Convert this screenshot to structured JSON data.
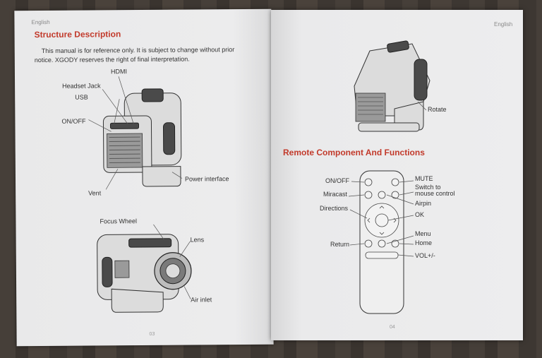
{
  "left": {
    "runhead": "English",
    "title": "Structure Description",
    "intro_line1": "This manual is for reference only. It is subject to change without prior",
    "intro_line2": "notice. XGODY reserves the right of final interpretation.",
    "labels": {
      "hdmi": "HDMI",
      "headset": "Headset Jack",
      "usb": "USB",
      "onoff": "ON/OFF",
      "power": "Power interface",
      "vent": "Vent",
      "focus": "Focus Wheel",
      "lens": "Lens",
      "air": "Air inlet"
    },
    "page_number": "03"
  },
  "right": {
    "runhead": "English",
    "rotate": "Rotate",
    "title": "Remote Component And Functions",
    "labels": {
      "onoff": "ON/OFF",
      "miracast": "Miracast",
      "directions": "Directions",
      "return": "Return",
      "mute": "MUTE",
      "switch1": "Switch to",
      "switch2": "mouse control",
      "airpin": "Airpin",
      "ok": "OK",
      "menu": "Menu",
      "home": "Home",
      "vol": "VOL+/-"
    },
    "page_number": "04"
  }
}
